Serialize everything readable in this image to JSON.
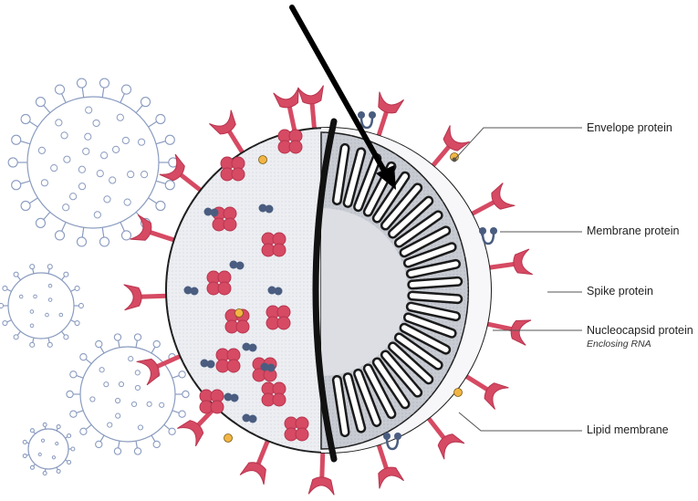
{
  "labels": {
    "envelope": "Envelope protein",
    "membrane": "Membrane protein",
    "spike": "Spike protein",
    "nucleocapsid": "Nucleocapsid protein",
    "nucleocapsid_sub": "Enclosing RNA",
    "lipid": "Lipid membrane"
  },
  "colors": {
    "spike": "#d64a63",
    "spike_dark": "#b8354f",
    "outline": "#1e1e1e",
    "membrane_blue": "#4a5d80",
    "envelope_yellow": "#f2b544",
    "shell_fill": "#e9ebf0",
    "cut_face": "#c9ccd3",
    "mini_virus": "#8b9cc0",
    "leader_line": "#555555"
  },
  "icons": {
    "arrow": "black-pointer-arrow",
    "spike": "spike-protein-icon",
    "membrane": "membrane-protein-icon",
    "envelope": "envelope-protein-icon"
  }
}
